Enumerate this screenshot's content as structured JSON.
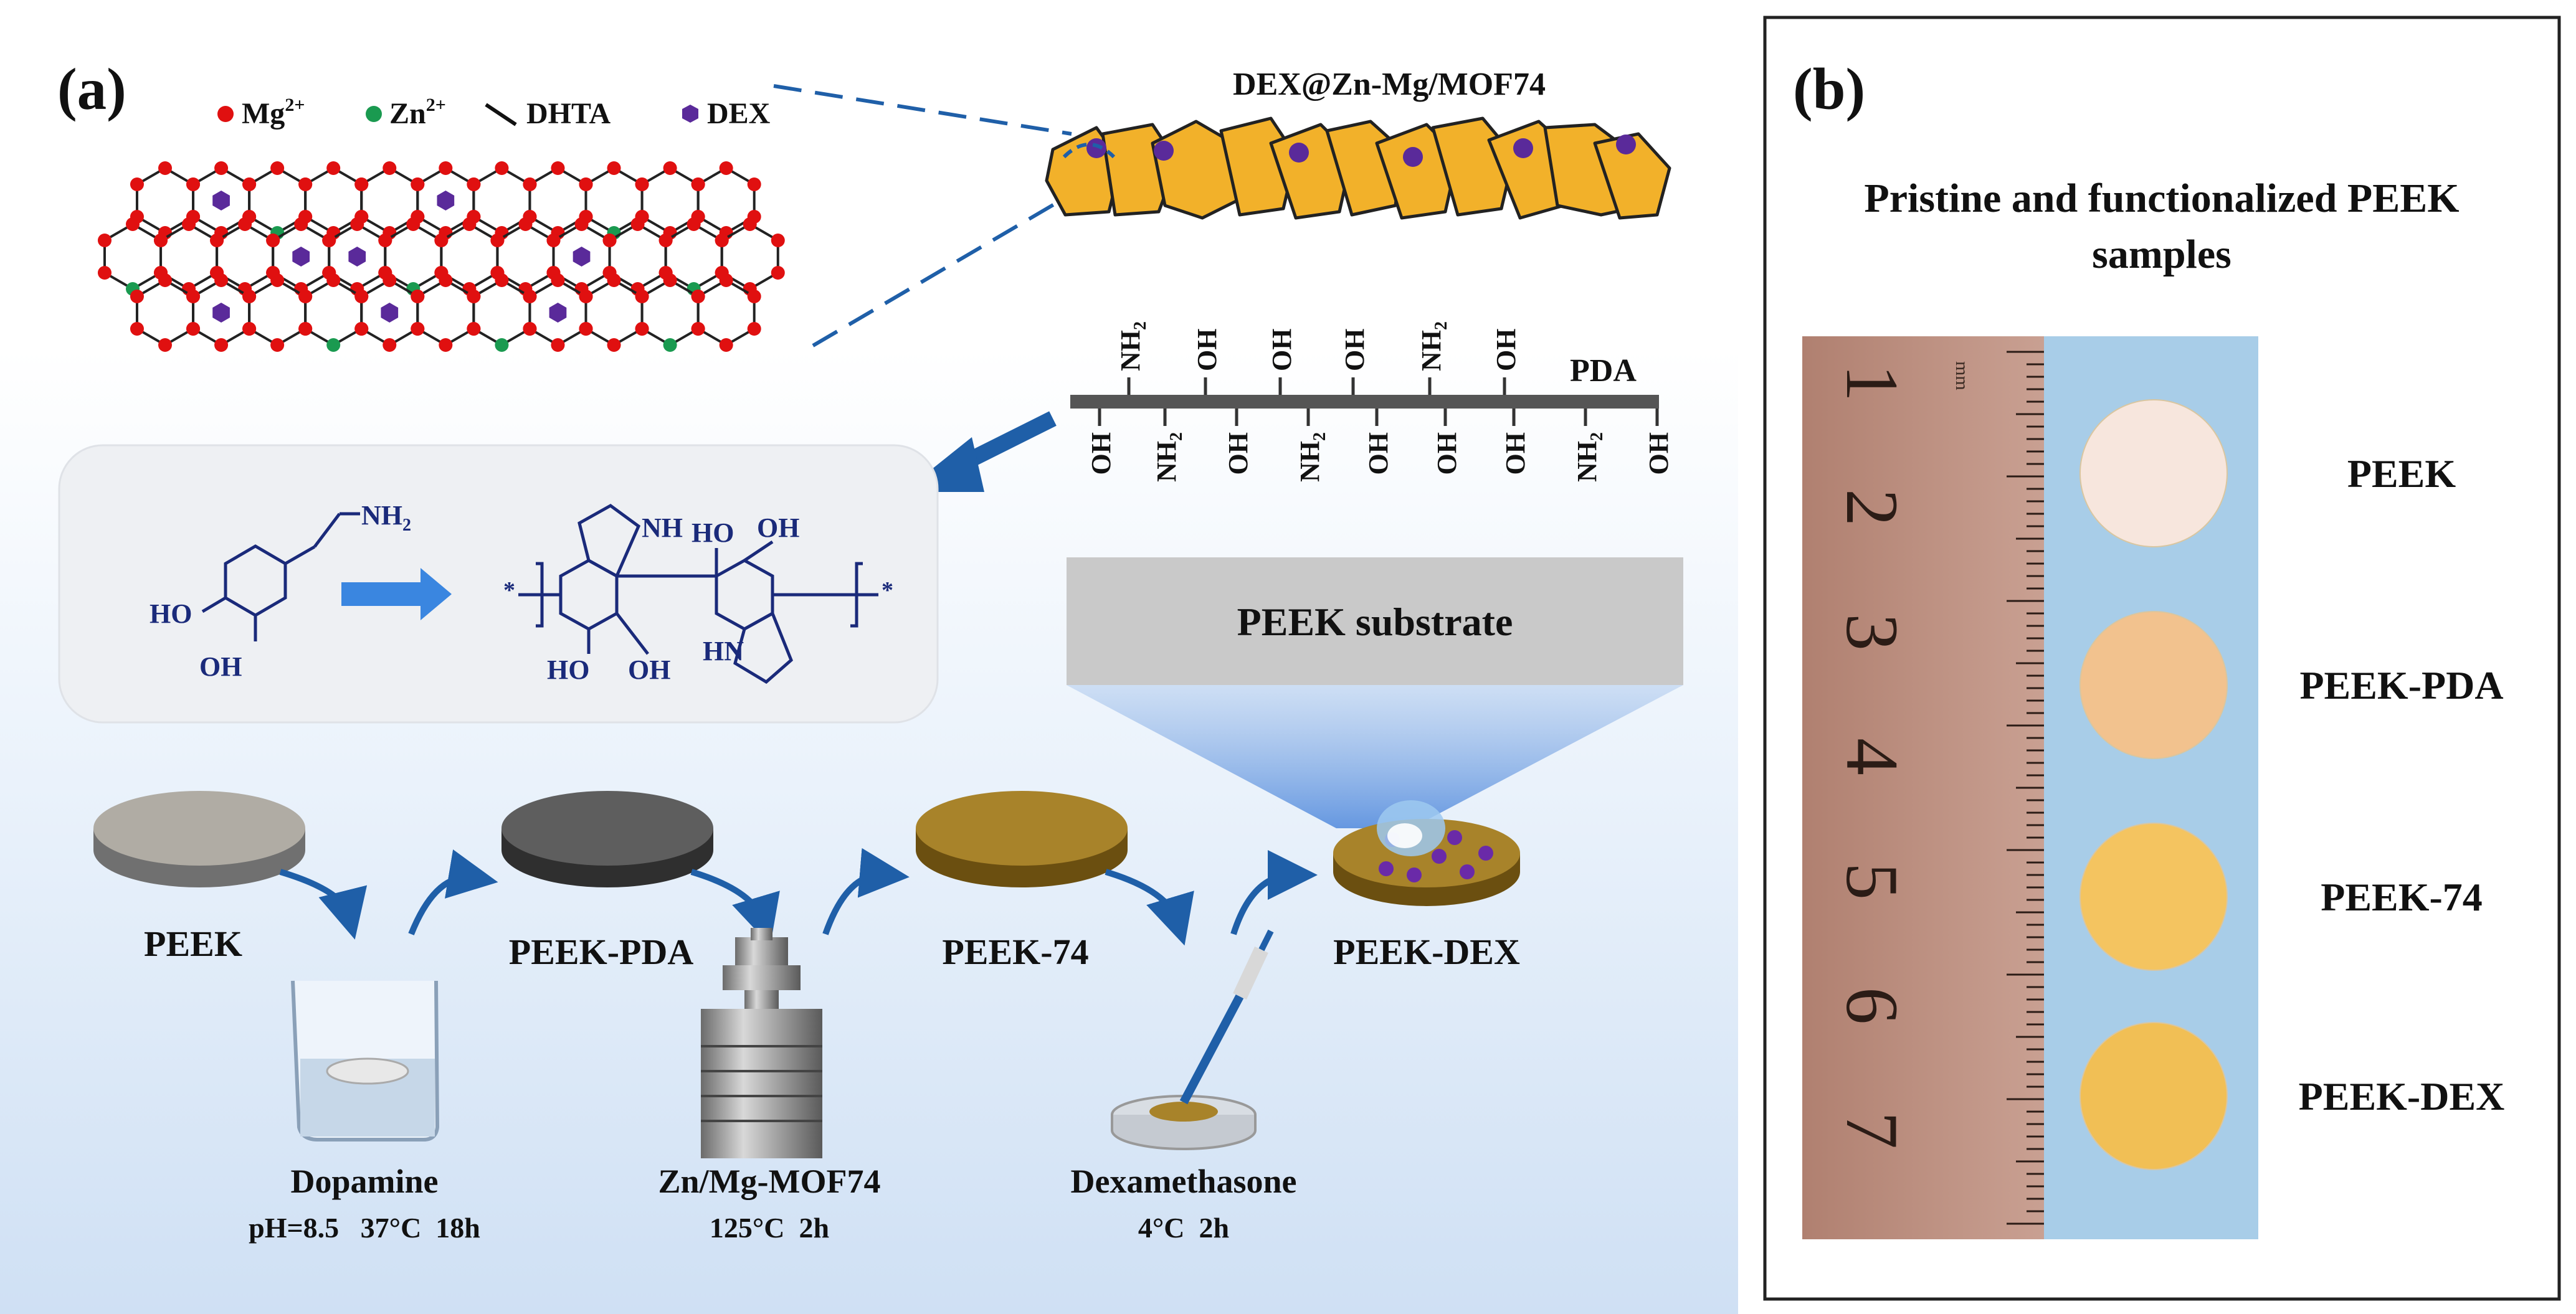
{
  "panel_a": {
    "label": "(a)",
    "legend": {
      "mg": {
        "base": "Mg",
        "sup": "2+"
      },
      "zn": {
        "base": "Zn",
        "sup": "2+"
      },
      "dhta": "DHTA",
      "dex": "DEX"
    },
    "mof_title": "DEX@Zn-Mg/MOF74",
    "pda_label": "PDA",
    "upper_groups": [
      "NH2",
      "OH",
      "OH",
      "OH",
      "NH2",
      "OH"
    ],
    "lower_groups": [
      "OH",
      "NH2",
      "OH",
      "NH2",
      "OH",
      "OH",
      "OH",
      "NH2",
      "OH"
    ],
    "substrate_label": "PEEK substrate",
    "chem": {
      "nh2": {
        "base": "NH",
        "sub": "2"
      },
      "ho": "HO",
      "oh": "OH",
      "nh": "NH",
      "hn": "HN",
      "star": "*"
    },
    "steps": [
      "PEEK",
      "PEEK-PDA",
      "PEEK-74",
      "PEEK-DEX"
    ],
    "conditions": [
      {
        "title": "Dopamine",
        "detail": "pH=8.5   37°C  18h"
      },
      {
        "title": "Zn/Mg-MOF74",
        "detail": "125°C  2h"
      },
      {
        "title": "Dexamethasone",
        "detail": "4°C  2h"
      }
    ]
  },
  "panel_b": {
    "label": "(b)",
    "title_line1": "Pristine and functionalized PEEK",
    "title_line2": "samples",
    "ruler_numbers": [
      "1",
      "2",
      "3",
      "4",
      "5",
      "6",
      "7"
    ],
    "ruler_unit": "mm",
    "samples": [
      {
        "name": "PEEK",
        "color": "#f7e6dd"
      },
      {
        "name": "PEEK-PDA",
        "color": "#f2c28e"
      },
      {
        "name": "PEEK-74",
        "color": "#f4c460"
      },
      {
        "name": "PEEK-DEX",
        "color": "#f1bf55"
      }
    ]
  },
  "colors": {
    "mg": "#e01010",
    "zn": "#1a9a50",
    "dex": "#5a2a9a",
    "mof": "#f2b12a",
    "arrow": "#1f5fa8",
    "pda_bar": "#555555"
  }
}
